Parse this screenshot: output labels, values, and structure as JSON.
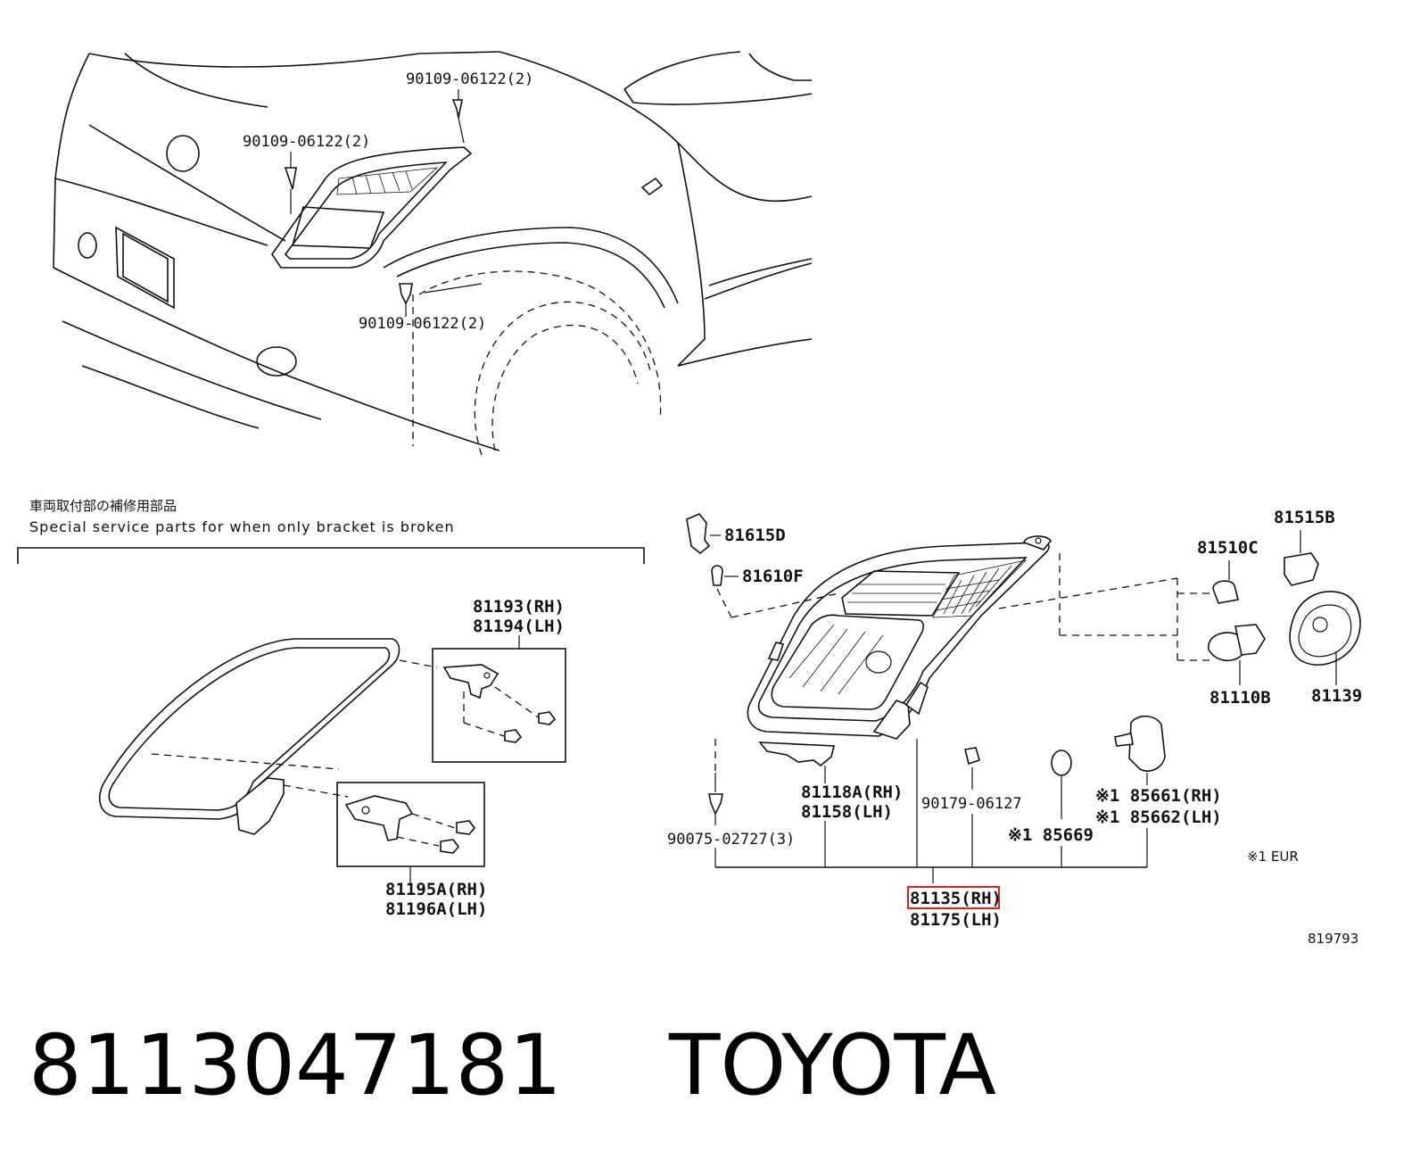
{
  "top_callouts": {
    "screw_top": "90109-06122(2)",
    "screw_left": "90109-06122(2)",
    "screw_bottom": "90109-06122(2)"
  },
  "service_box": {
    "title_jp": "車両取付部の補修用部品",
    "title_en": "Special service parts for when only bracket is broken",
    "bracket_upper_rh": "81193(RH)",
    "bracket_upper_lh": "81194(LH)",
    "bracket_lower_rh": "81195A(RH)",
    "bracket_lower_lh": "81196A(LH)"
  },
  "assembly": {
    "p81615d": "81615D",
    "p81610f": "81610F",
    "p81515b": "81515B",
    "p81510c": "81510C",
    "p81110b": "81110B",
    "p81139": "81139",
    "p81118a": "81118A(RH)",
    "p81158": "81158(LH)",
    "p90179": "90179-06127",
    "p85669": "※1 85669",
    "p85661": "※1 85661(RH)",
    "p85662": "※1 85662(LH)",
    "p90075": "90075-02727(3)",
    "main_rh": "81135(RH)",
    "main_lh": "81175(LH)",
    "note_eur": "※1 EUR",
    "ref_number": "819793"
  },
  "highlight_color": "#e02020",
  "footer": {
    "part_number": "8113047181",
    "brand": "TOYOTA"
  }
}
